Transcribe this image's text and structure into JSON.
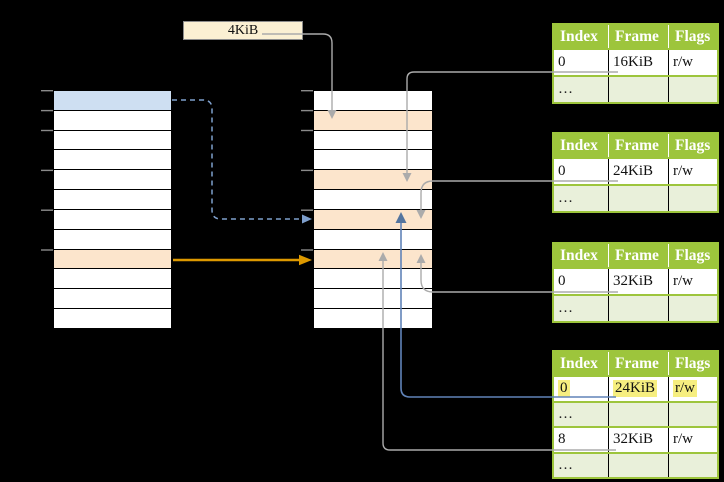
{
  "diagram": {
    "page_size_label": "4KiB",
    "virtual_pages_column": {
      "row_count": 12,
      "blue_rows": [
        0
      ],
      "peach_rows": [
        8
      ],
      "tick_rows": [
        0,
        1,
        2,
        4,
        6,
        8
      ]
    },
    "physical_frames_column": {
      "row_count": 12,
      "blue_rows": [],
      "peach_rows": [
        1,
        4,
        6,
        8
      ],
      "tick_rows": [
        0,
        1,
        2,
        4,
        6,
        8
      ]
    }
  },
  "page_tables": [
    {
      "headers": [
        "Index",
        "Frame",
        "Flags"
      ],
      "rows": [
        {
          "cells": [
            "0",
            "16KiB",
            "r/w"
          ],
          "shaded": false,
          "highlighted": false
        },
        {
          "cells": [
            "…",
            "",
            ""
          ],
          "shaded": true,
          "highlighted": false
        }
      ]
    },
    {
      "headers": [
        "Index",
        "Frame",
        "Flags"
      ],
      "rows": [
        {
          "cells": [
            "0",
            "24KiB",
            "r/w"
          ],
          "shaded": false,
          "highlighted": false
        },
        {
          "cells": [
            "…",
            "",
            ""
          ],
          "shaded": true,
          "highlighted": false
        }
      ]
    },
    {
      "headers": [
        "Index",
        "Frame",
        "Flags"
      ],
      "rows": [
        {
          "cells": [
            "0",
            "32KiB",
            "r/w"
          ],
          "shaded": false,
          "highlighted": false
        },
        {
          "cells": [
            "…",
            "",
            ""
          ],
          "shaded": true,
          "highlighted": false
        }
      ]
    },
    {
      "headers": [
        "Index",
        "Frame",
        "Flags"
      ],
      "rows": [
        {
          "cells": [
            "0",
            "24KiB",
            "r/w"
          ],
          "shaded": false,
          "highlighted": true
        },
        {
          "cells": [
            "…",
            "",
            ""
          ],
          "shaded": true,
          "highlighted": false
        },
        {
          "cells": [
            "8",
            "32KiB",
            "r/w"
          ],
          "shaded": false,
          "highlighted": false
        },
        {
          "cells": [
            "…",
            "",
            ""
          ],
          "shaded": true,
          "highlighted": false
        }
      ]
    }
  ],
  "colors": {
    "background": "#000000",
    "table_header_green": "#9DC53C",
    "table_shaded_row_green": "#E9F0DA",
    "highlight_yellow": "#F6EE80",
    "peach_row": "#FCE5CC",
    "blue_row": "#CEDFF2",
    "cream_box": "#FBF0D3",
    "arrow_gray": "#ABABAB",
    "arrow_blue_solid": "#6083B8",
    "arrow_blue_dashed": "#7E9FCC",
    "arrow_orange": "#DD9900",
    "tick_gray": "#8A8A8A"
  }
}
